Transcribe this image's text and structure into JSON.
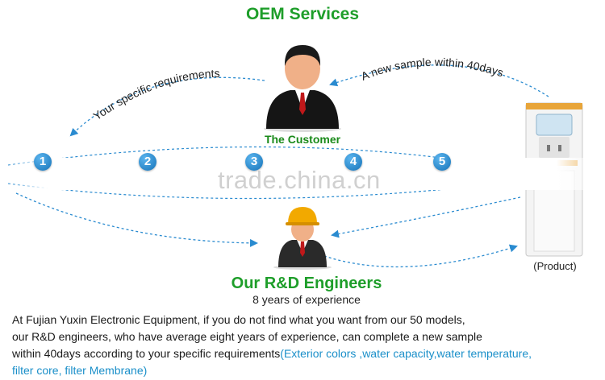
{
  "header": {
    "title": "OEM Services"
  },
  "customer": {
    "label": "The Customer"
  },
  "arrows": {
    "left_caption": "Your specific requirements",
    "right_caption": "A new sample within 40days"
  },
  "steps": [
    "1",
    "2",
    "3",
    "4",
    "5"
  ],
  "engineers": {
    "title": "Our R&D Engineers",
    "subtitle": "8 years of experience"
  },
  "product": {
    "label": "(Product)"
  },
  "watermark": "trade.china.cn",
  "description": {
    "line1": "At Fujian Yuxin Electronic Equipment, if you do not find what you want from our 50 models,",
    "line2": "our R&D engineers, who have average eight years of experience, can complete a new sample",
    "line3_plain": "within 40days according to your specific requirements",
    "line3_highlight": "(Exterior colors ,water capacity,water temperature,",
    "line4_highlight": "filter core, filter Membrane)"
  },
  "colors": {
    "title_green": "#1e9e2a",
    "arrow_blue": "#2a8bd0",
    "highlight_blue": "#1a8fc9"
  }
}
